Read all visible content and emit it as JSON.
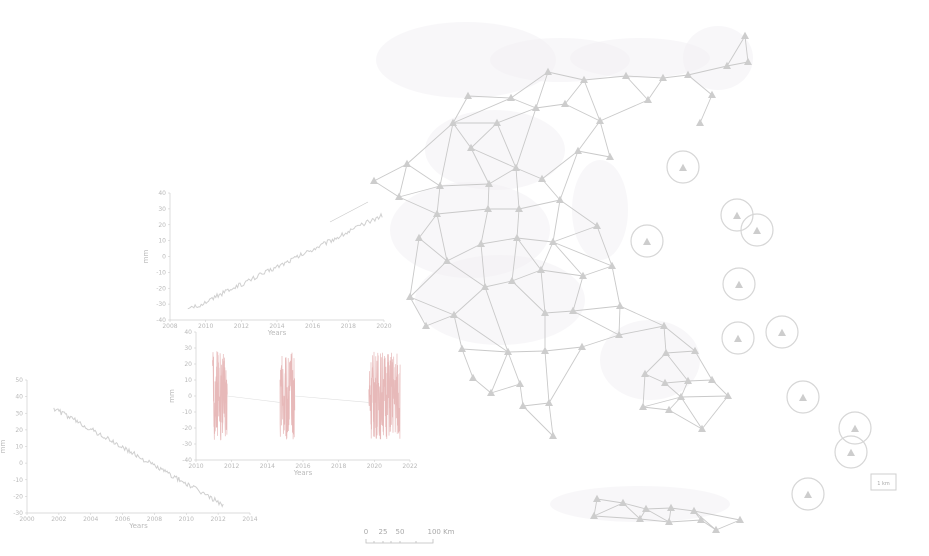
{
  "colors": {
    "network_line": "#c9c9c9",
    "station_marker": "#cdcdcd",
    "buoy_circle": "#d6d6d6",
    "timeseries_top": "#d0d0d0",
    "timeseries_mid": "#e7b9b9",
    "timeseries_left": "#cfcfcf",
    "land_tint": "#f2f0f4"
  },
  "scale_bar": {
    "labels": [
      "0",
      "25",
      "50",
      "100 Km"
    ]
  },
  "inset_box_label": "1 km",
  "chart_data": [
    {
      "type": "line",
      "id": "top-timeseries",
      "xlabel": "Years",
      "ylabel": "mm",
      "xticks": [
        "2008",
        "2010",
        "2012",
        "2014",
        "2016",
        "2018",
        "2020"
      ],
      "yticks": [
        "40",
        "30",
        "20",
        "10",
        "0",
        "-10",
        "-20",
        "-30",
        "-40"
      ],
      "xlim": [
        2008,
        2020
      ],
      "ylim": [
        -40,
        40
      ],
      "series": [
        {
          "x": [
            2009,
            2019.9
          ],
          "y": [
            -34,
            26
          ]
        }
      ]
    },
    {
      "type": "line",
      "id": "mid-timeseries",
      "xlabel": "Years",
      "ylabel": "mm",
      "xticks": [
        "2010",
        "2012",
        "2014",
        "2016",
        "2018",
        "2020",
        "2022"
      ],
      "yticks": [
        "40",
        "30",
        "20",
        "10",
        "0",
        "-10",
        "-20",
        "-30",
        "-40"
      ],
      "xlim": [
        2010,
        2023
      ],
      "ylim": [
        -40,
        40
      ],
      "segments": [
        [
          2011,
          2011.9
        ],
        [
          2015.1,
          2016.0
        ],
        [
          2020.5,
          2022.4
        ]
      ]
    },
    {
      "type": "line",
      "id": "left-timeseries",
      "xlabel": "Years",
      "ylabel": "mm",
      "xticks": [
        "2000",
        "2002",
        "2004",
        "2006",
        "2008",
        "2010",
        "2012",
        "2014"
      ],
      "yticks": [
        "50",
        "40",
        "30",
        "20",
        "10",
        "0",
        "-10",
        "-20",
        "-30"
      ],
      "xlim": [
        2000,
        2015
      ],
      "ylim": [
        -30,
        50
      ],
      "series": [
        {
          "x": [
            2001.8,
            2013.2
          ],
          "y": [
            33,
            -25
          ]
        }
      ]
    }
  ]
}
